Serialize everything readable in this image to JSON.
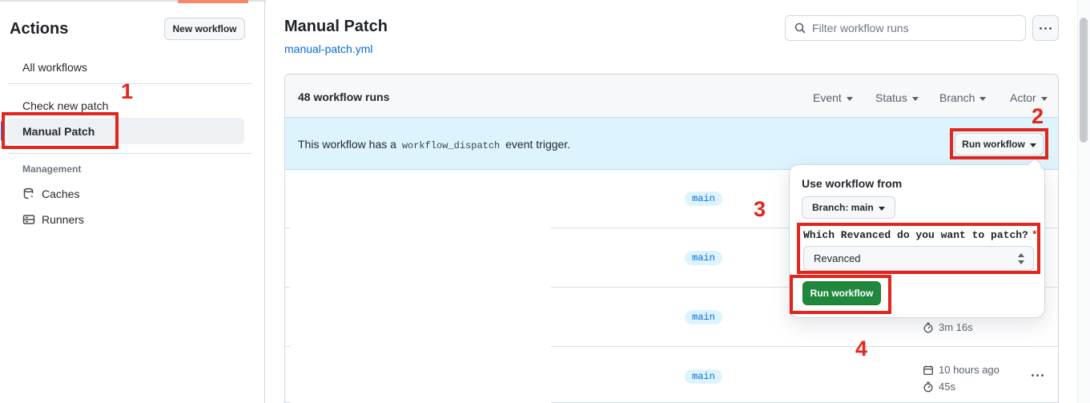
{
  "sidebar": {
    "title": "Actions",
    "new_workflow_button": "New workflow",
    "items": [
      {
        "label": "All workflows"
      },
      {
        "label": "Check new patch"
      },
      {
        "label": "Manual Patch"
      }
    ],
    "management": {
      "heading": "Management",
      "items": [
        {
          "label": "Caches"
        },
        {
          "label": "Runners"
        }
      ]
    }
  },
  "header": {
    "title": "Manual Patch",
    "workflow_file_link": "manual-patch.yml",
    "filter_placeholder": "Filter workflow runs"
  },
  "runs_table": {
    "count_label": "48 workflow runs",
    "filters": [
      {
        "label": "Event"
      },
      {
        "label": "Status"
      },
      {
        "label": "Branch"
      },
      {
        "label": "Actor"
      }
    ],
    "banner": {
      "text_prefix": "This workflow has a",
      "code": "workflow_dispatch",
      "text_suffix": "event trigger.",
      "run_workflow_button": "Run workflow"
    },
    "rows": [
      {
        "branch": "main"
      },
      {
        "branch": "main"
      },
      {
        "branch": "main",
        "duration": "3m 16s"
      },
      {
        "branch": "main",
        "age": "10 hours ago",
        "duration": "45s"
      }
    ]
  },
  "run_dialog": {
    "heading": "Use workflow from",
    "branch_selector": "Branch: main",
    "input_label": "Which Revanced do you want to patch?",
    "required_asterisk": "*",
    "select_value": "Revanced",
    "run_button": "Run workflow"
  },
  "annotations": {
    "steps": [
      "1",
      "2",
      "3",
      "4"
    ]
  },
  "colors": {
    "annotation_red": "#e2261d",
    "accent_blue": "#0969da",
    "banner_blue": "#ddf4ff",
    "badge_text_blue": "#0969da",
    "button_green": "#1f883d"
  }
}
